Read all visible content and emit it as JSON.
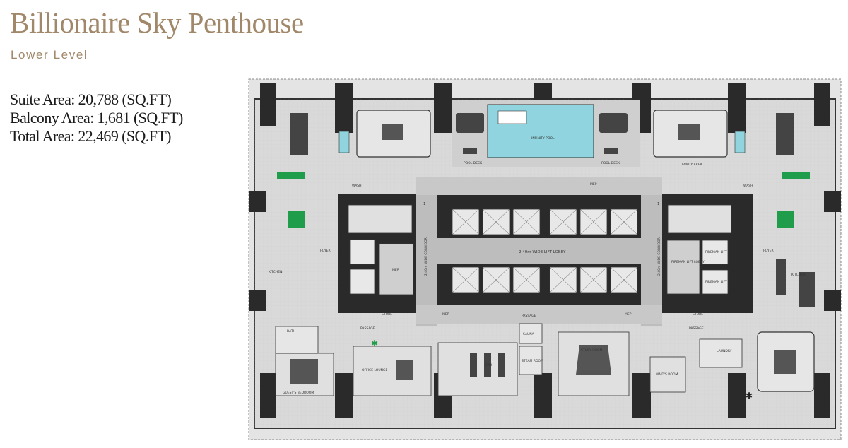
{
  "header": {
    "title": "Billionaire Sky Penthouse",
    "subtitle": "Lower Level"
  },
  "areas": {
    "suite": "Suite Area: 20,788 (SQ.FT)",
    "balcony": "Balcony Area: 1,681 (SQ.FT)",
    "total": "Total Area: 22,469 (SQ.FT)"
  },
  "plan_labels": {
    "lift_lobby": "2.40m WIDE LIFT LOBBY",
    "corridor_left": "2.40m WIDE CORRIDOR",
    "corridor_right": "2.40m WIDE CORRIDOR",
    "fireman_lobby": "FIREMAN LIFT LOBBY",
    "fireman_lift_1": "FIREMAN LIFT",
    "fireman_lift_2": "FIREMAN LIFT",
    "infinity_pool": "INFINITY POOL",
    "pool_deck_left": "POOL DECK",
    "pool_deck_right": "POOL DECK",
    "family_area": "FAMILY AREA",
    "mep_top": "MEP",
    "mep_left": "MEP",
    "mep_bl": "MEP",
    "mep_br": "MEP",
    "passage_center": "PASSAGE",
    "passage_left": "PASSAGE",
    "passage_right": "PASSAGE",
    "foyer_left": "FOYER",
    "foyer_right": "FOYER",
    "kitchen_left": "KITCHEN",
    "kitchen_right": "KITCHEN",
    "store_left": "STORE",
    "store_right": "STORE",
    "wash_left": "WASH",
    "wash_right": "WASH",
    "bath": "BATH",
    "guest_bedroom": "GUEST'S BEDROOM",
    "office_lounge": "OFFICE LOUNGE",
    "gym": "GYM",
    "sauna": "SAUNA",
    "steam_room": "STEAM ROOM",
    "study": "STUDY ROOM",
    "laundry": "LAUNDRY",
    "maids_room": "MAID'S ROOM",
    "grid_1_left": "1",
    "grid_1_right": "1"
  },
  "colors": {
    "accent": "#a2886a",
    "wall": "#2a2a2a",
    "floor": "#d5d5d5",
    "pool": "#8fd4de",
    "planter": "#1f9d4a"
  }
}
